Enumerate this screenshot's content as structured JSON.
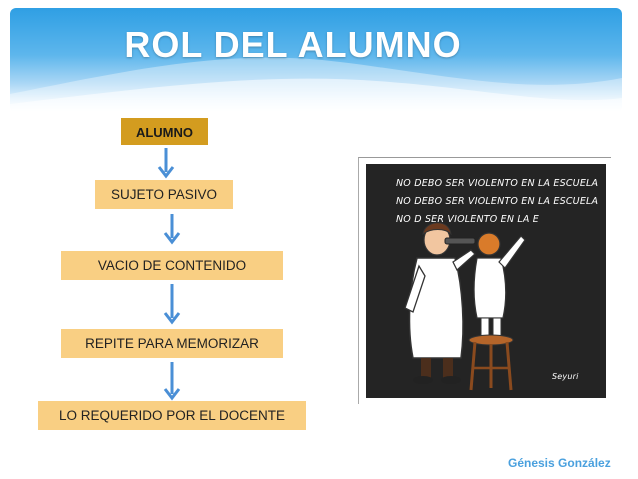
{
  "slide": {
    "title": "ROL DEL ALUMNO",
    "credit": "Génesis González"
  },
  "flow": {
    "nodes": [
      {
        "label": "ALUMNO"
      },
      {
        "label": "SUJETO PASIVO"
      },
      {
        "label": "VACIO DE CONTENIDO"
      },
      {
        "label": "REPITE PARA MEMORIZAR"
      },
      {
        "label": "LO REQUERIDO POR EL DOCENTE"
      }
    ]
  },
  "cartoon": {
    "chalk_lines": [
      "NO DEBO SER VIOLENTO EN LA ESCUELA",
      "NO DEBO SER VIOLENTO EN LA ESCUELA",
      "NO D   SER VIOLENTO EN LA E"
    ],
    "signature": "Seyuri"
  },
  "colors": {
    "header_blue": "#2f9fe4",
    "box_primary": "#d39c1f",
    "box_secondary": "#f9cf83",
    "arrow_blue": "#4a8fd6",
    "credit_blue": "#4aa0de"
  }
}
